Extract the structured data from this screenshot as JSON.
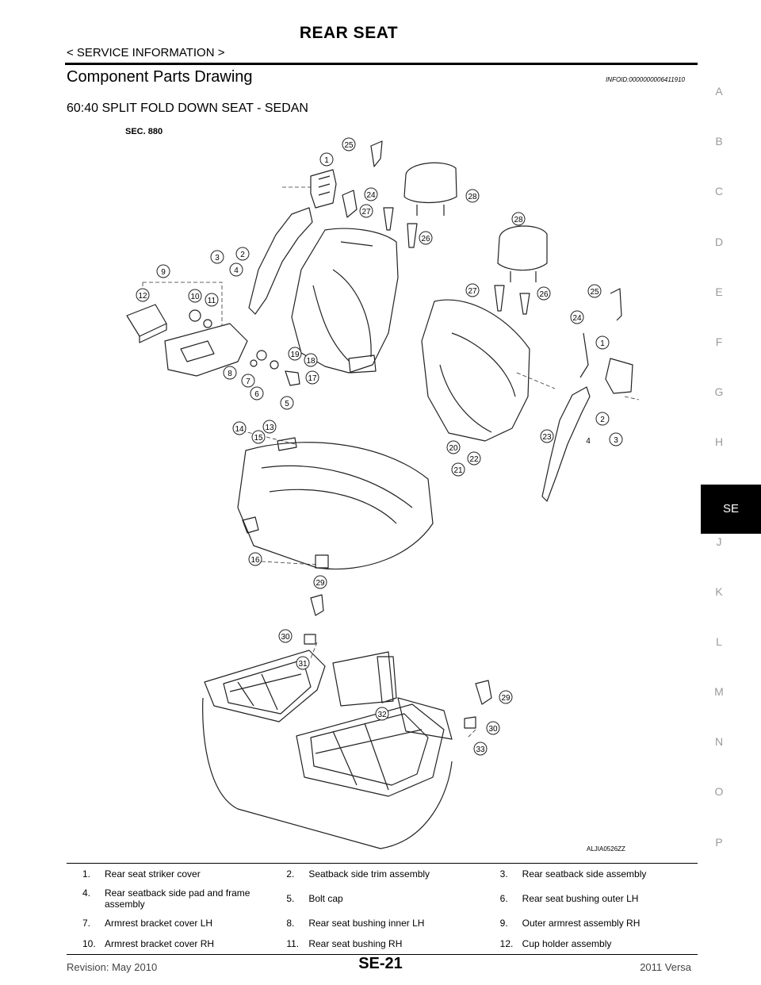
{
  "header": {
    "title": "REAR SEAT",
    "section": "< SERVICE INFORMATION >"
  },
  "content": {
    "heading": "Component Parts Drawing",
    "info_id": "INFOID:0000000006411910",
    "subheading": "60:40 SPLIT FOLD DOWN SEAT - SEDAN",
    "sec_label": "SEC. 880",
    "figure_id": "ALJIA0526ZZ"
  },
  "side_index": [
    "A",
    "B",
    "C",
    "D",
    "E",
    "F",
    "G",
    "H",
    "SE",
    "J",
    "K",
    "L",
    "M",
    "N",
    "O",
    "P"
  ],
  "side_index_active": "SE",
  "callouts": [
    "1",
    "2",
    "3",
    "4",
    "5",
    "6",
    "7",
    "8",
    "9",
    "10",
    "11",
    "12",
    "13",
    "14",
    "15",
    "16",
    "17",
    "18",
    "19",
    "20",
    "21",
    "22",
    "23",
    "24",
    "25",
    "26",
    "27",
    "28",
    "29",
    "30",
    "31",
    "32",
    "33"
  ],
  "legend": [
    [
      {
        "num": "1.",
        "text": "Rear seat striker cover"
      },
      {
        "num": "2.",
        "text": "Seatback side trim assembly"
      },
      {
        "num": "3.",
        "text": "Rear seatback side assembly"
      }
    ],
    [
      {
        "num": "4.",
        "text": "Rear seatback side pad and frame assembly"
      },
      {
        "num": "5.",
        "text": "Bolt cap"
      },
      {
        "num": "6.",
        "text": "Rear seat bushing outer LH"
      }
    ],
    [
      {
        "num": "7.",
        "text": "Armrest bracket cover LH"
      },
      {
        "num": "8.",
        "text": "Rear seat bushing inner LH"
      },
      {
        "num": "9.",
        "text": "Outer armrest assembly RH"
      }
    ],
    [
      {
        "num": "10.",
        "text": "Armrest bracket cover RH"
      },
      {
        "num": "11.",
        "text": "Rear seat bushing RH"
      },
      {
        "num": "12.",
        "text": "Cup holder assembly"
      }
    ]
  ],
  "footer": {
    "revision": "Revision: May 2010",
    "page": "SE-21",
    "model": "2011 Versa"
  }
}
